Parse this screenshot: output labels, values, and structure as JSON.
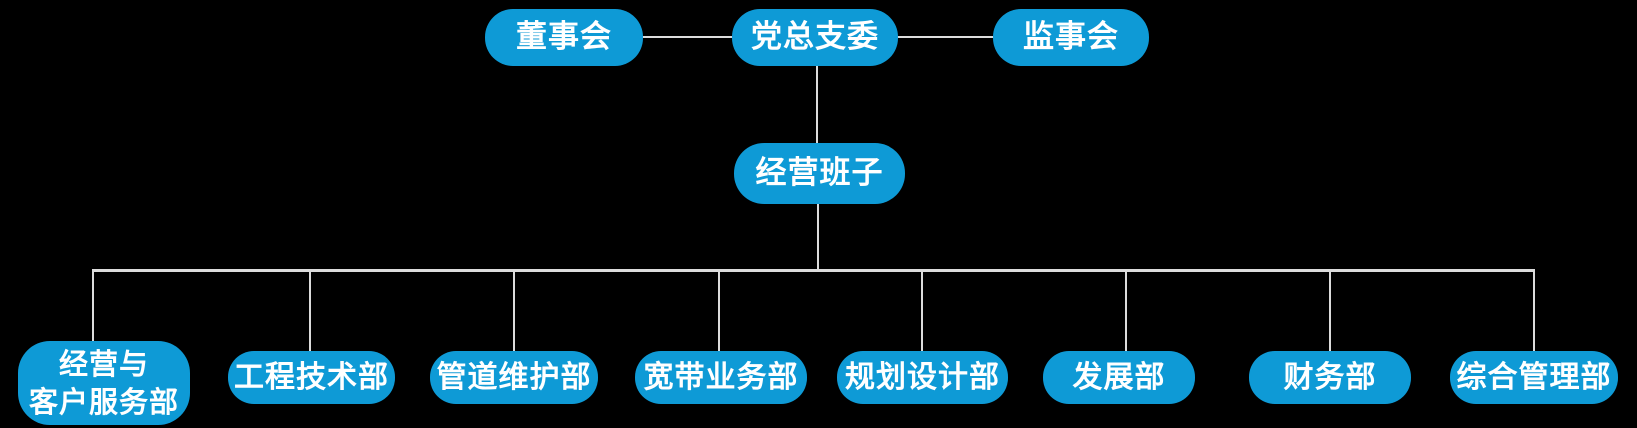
{
  "colors": {
    "background": "#000000",
    "node_fill": "#0E9AD6",
    "node_text": "#FFFFFF",
    "connector": "#DCDCDC"
  },
  "org": {
    "top": [
      {
        "label": "董事会"
      },
      {
        "label": "党总支委"
      },
      {
        "label": "监事会"
      }
    ],
    "middle": {
      "label": "经营班子"
    },
    "departments": [
      {
        "lines": [
          "经营与",
          "客户服务部"
        ]
      },
      {
        "lines": [
          "工程技术部"
        ]
      },
      {
        "lines": [
          "管道维护部"
        ]
      },
      {
        "lines": [
          "宽带业务部"
        ]
      },
      {
        "lines": [
          "规划设计部"
        ]
      },
      {
        "lines": [
          "发展部"
        ]
      },
      {
        "lines": [
          "财务部"
        ]
      },
      {
        "lines": [
          "综合管理部"
        ]
      }
    ]
  }
}
